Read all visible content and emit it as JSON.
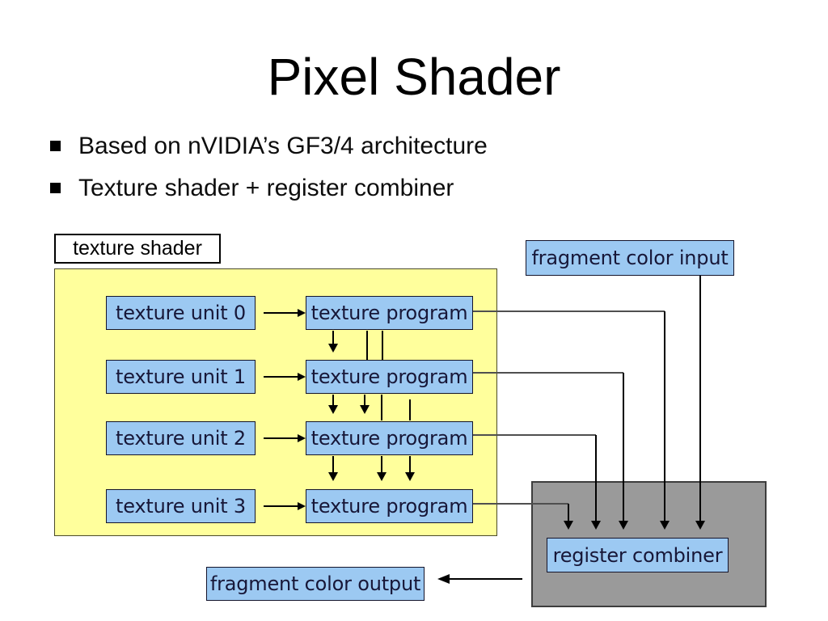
{
  "slide": {
    "title": "Pixel Shader",
    "bullets": [
      "Based on nVIDIA’s GF3/4 architecture",
      "Texture shader + register combiner"
    ]
  },
  "diagram": {
    "texture_shader_label": "texture shader",
    "texture_units": [
      "texture unit 0",
      "texture unit 1",
      "texture unit 2",
      "texture unit 3"
    ],
    "texture_programs": [
      "texture program",
      "texture program",
      "texture program",
      "texture program"
    ],
    "fragment_color_input": "fragment color input",
    "register_combiner": "register combiner",
    "fragment_color_output": "fragment color output",
    "colors": {
      "background": "#FFFFFF",
      "box_blue": "#9CC9F2",
      "panel_yellow": "#FFFF9C",
      "panel_gray": "#9A9A9A",
      "box_text_navy": "#171738",
      "line_black": "#000000"
    }
  }
}
